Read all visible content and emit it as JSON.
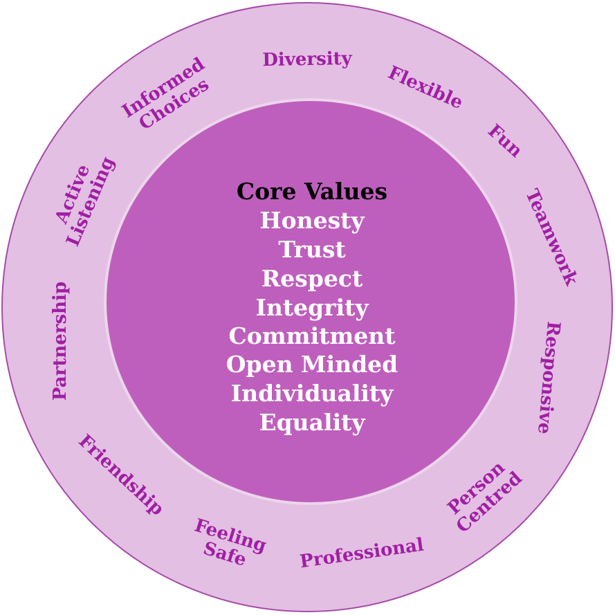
{
  "colors": {
    "outer_ring": "#e3bfe3",
    "outer_ring_stroke": "#a64aa8",
    "inner_circle": "#bf5fbd",
    "inner_circle_stroke": "#ecd6ec",
    "ring_text": "#a01ea3",
    "core_title_text": "#000000",
    "core_value_text": "#ffffff"
  },
  "core": {
    "title": "Core Values",
    "values": [
      "Honesty",
      "Trust",
      "Respect",
      "Integrity",
      "Commitment",
      "Open Minded",
      "Individuality",
      "Equality"
    ]
  },
  "ring": {
    "labels": [
      {
        "id": "diversity",
        "lines": [
          "Diversity"
        ]
      },
      {
        "id": "flexible",
        "lines": [
          "Flexible"
        ]
      },
      {
        "id": "fun",
        "lines": [
          "Fun"
        ]
      },
      {
        "id": "teamwork",
        "lines": [
          "Teamwork"
        ]
      },
      {
        "id": "responsive",
        "lines": [
          "Responsive"
        ]
      },
      {
        "id": "person-centred",
        "lines": [
          "Person",
          "Centred"
        ]
      },
      {
        "id": "professional",
        "lines": [
          "Professional"
        ]
      },
      {
        "id": "feeling-safe",
        "lines": [
          "Feeling",
          "Safe"
        ]
      },
      {
        "id": "friendship",
        "lines": [
          "Friendship"
        ]
      },
      {
        "id": "partnership",
        "lines": [
          "Partnership"
        ]
      },
      {
        "id": "active-listening",
        "lines": [
          "Active",
          "Listening"
        ]
      },
      {
        "id": "informed-choices",
        "lines": [
          "Informed",
          "Choices"
        ]
      }
    ]
  }
}
